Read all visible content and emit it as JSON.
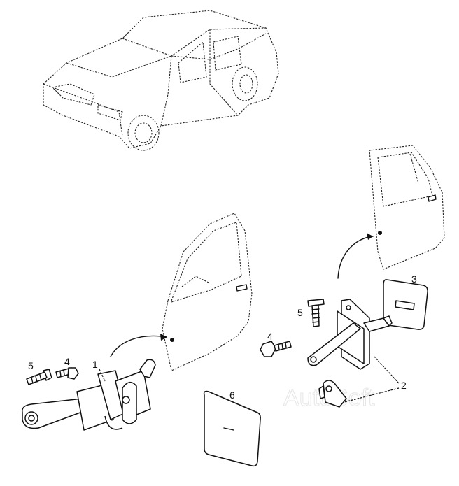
{
  "diagram": {
    "callouts": {
      "door_check_front": "1",
      "door_check_rear": "2",
      "pad_rear": "3",
      "bolt_rear": "4",
      "screw_rear": "5",
      "pad_front": "6",
      "bolt_front": "4",
      "screw_front": "5"
    },
    "watermark": "AutoSoft"
  }
}
